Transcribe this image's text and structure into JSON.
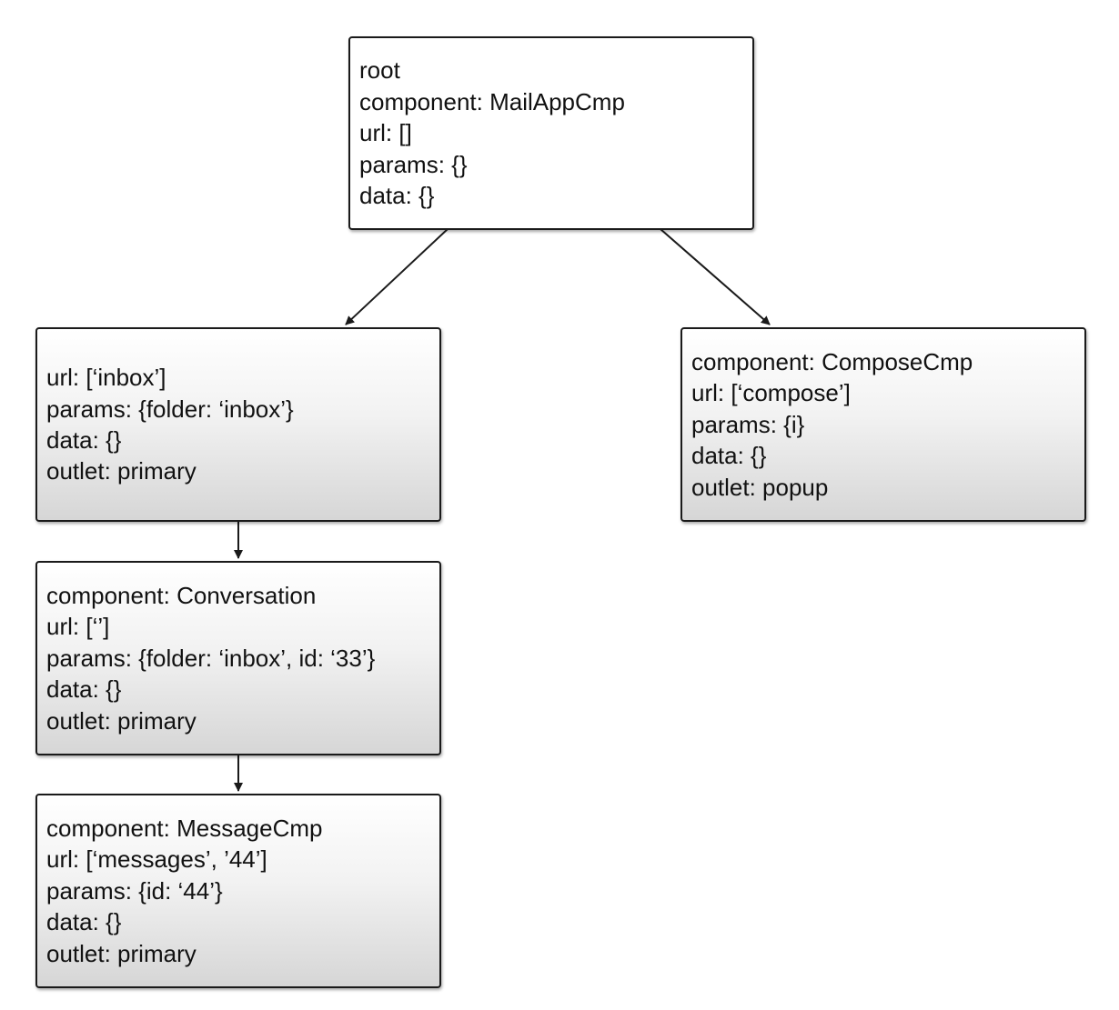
{
  "diagram": {
    "nodes": {
      "root": {
        "lines": [
          "root",
          "component: MailAppCmp",
          "url: []",
          "params: {}",
          "data: {}"
        ]
      },
      "inbox": {
        "lines": [
          "url: [‘inbox’]",
          "params: {folder: ‘inbox’}",
          "data: {}",
          "outlet: primary"
        ]
      },
      "compose": {
        "lines": [
          "component: ComposeCmp",
          "url: [‘compose’]",
          "params: {i}",
          "data: {}",
          "outlet: popup"
        ]
      },
      "conversation": {
        "lines": [
          "component: Conversation",
          "url: [‘’]",
          "params: {folder: ‘inbox’, id: ‘33’}",
          "data: {}",
          "outlet: primary"
        ]
      },
      "message": {
        "lines": [
          "component: MessageCmp",
          "url: [‘messages’, ’44’]",
          "params: {id: ‘44’}",
          "data: {}",
          "outlet: primary"
        ]
      }
    },
    "edges": [
      {
        "from": "root",
        "to": "inbox"
      },
      {
        "from": "root",
        "to": "compose"
      },
      {
        "from": "inbox",
        "to": "conversation"
      },
      {
        "from": "conversation",
        "to": "message"
      }
    ],
    "colors": {
      "border": "#1a1a1a",
      "text": "#111111",
      "box_plain": "#ffffff",
      "box_gradient_top": "#ffffff",
      "box_gradient_bottom": "#d6d6d6"
    }
  }
}
